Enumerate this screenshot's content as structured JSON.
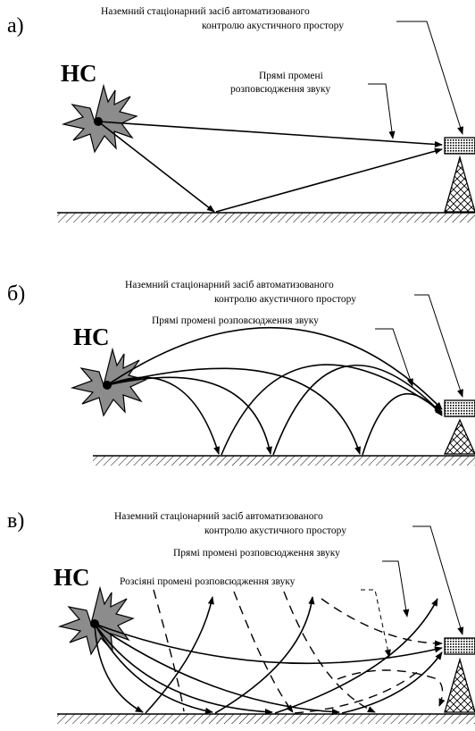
{
  "panels": [
    {
      "letter": "а)",
      "source": "НС",
      "device_label_line1": "Наземний стаціонарний засіб автоматизованого",
      "device_label_line2": "контролю акустичного простору",
      "direct_rays_line1": "Прямі промені",
      "direct_rays_line2": "розповсюдження звуку"
    },
    {
      "letter": "б)",
      "source": "НС",
      "device_label_line1": "Наземний стаціонарний засіб автоматизованого",
      "device_label_line2": "контролю акустичного простору",
      "direct_rays": "Прямі промені розповсюдження звуку"
    },
    {
      "letter": "в)",
      "source": "НС",
      "device_label_line1": "Наземний стаціонарний засіб автоматизованого",
      "device_label_line2": "контролю акустичного простору",
      "direct_rays": "Прямі промені розповсюдження звуку",
      "scattered_rays": "Розсіяні промені розповсюдження звуку"
    }
  ]
}
